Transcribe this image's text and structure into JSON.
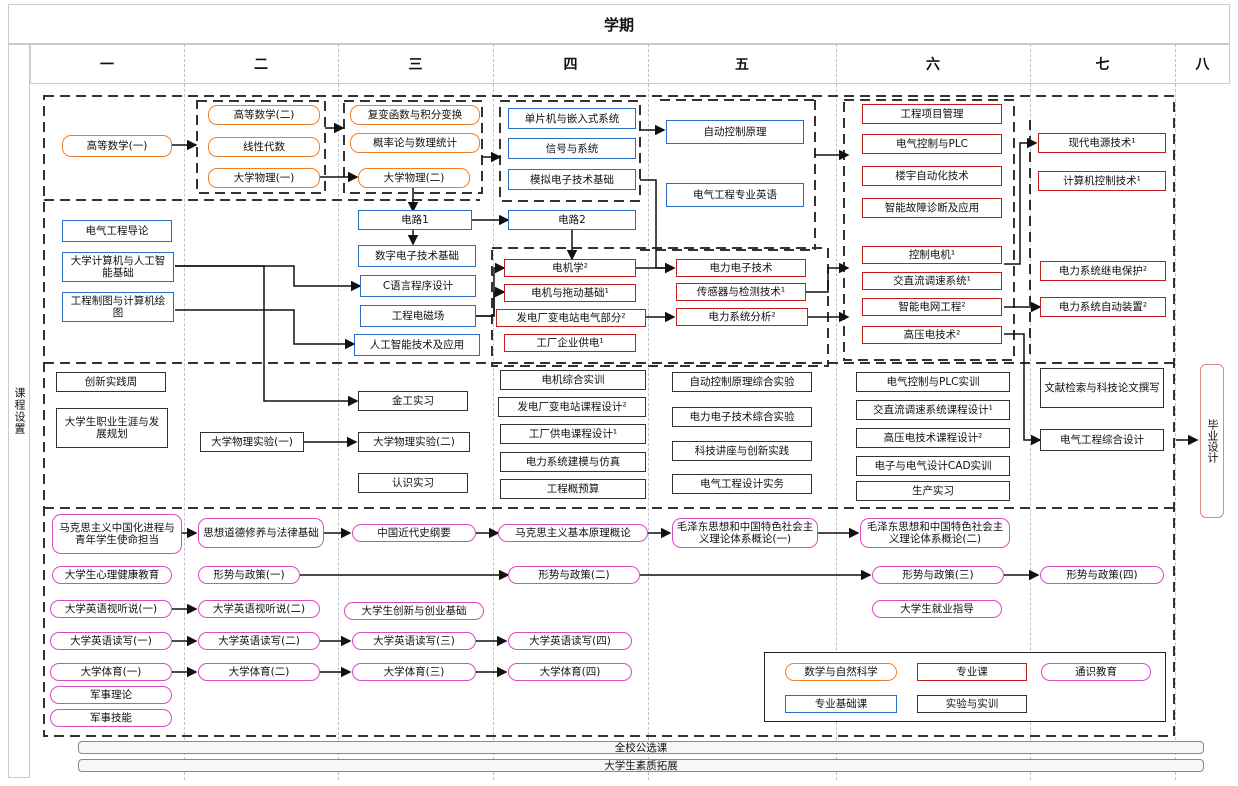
{
  "title": "学期",
  "side_label": "课程设置",
  "semesters": [
    "一",
    "二",
    "三",
    "四",
    "五",
    "六",
    "七",
    "八"
  ],
  "courses": {
    "b1": "高等数学(一)",
    "b2": "高等数学(二)",
    "b3": "线性代数",
    "b4": "大学物理(一)",
    "b5": "复变函数与积分变换",
    "b6": "概率论与数理统计",
    "b7": "大学物理(二)",
    "m1": "单片机与嵌入式系统",
    "m2": "信号与系统",
    "m3": "模拟电子技术基础",
    "m4": "自动控制原理",
    "m5": "电气工程专业英语",
    "m6": "电气工程导论",
    "m7": "大学计算机与人工智能基础",
    "m8": "工程制图与计算机绘图",
    "m9": "电路1",
    "m10": "电路2",
    "m11": "数字电子技术基础",
    "m12": "C语言程序设计",
    "m13": "工程电磁场",
    "m14": "人工智能技术及应用",
    "p1": "电机学²",
    "p2": "电机与拖动基础¹",
    "p3": "发电厂变电站电气部分²",
    "p4": "工厂企业供电¹",
    "p5": "电力电子技术",
    "p6": "传感器与检测技术¹",
    "p7": "电力系统分析²",
    "p8": "工程项目管理",
    "p9": "电气控制与PLC",
    "p10": "楼宇自动化技术",
    "p11": "智能故障诊断及应用",
    "p12": "控制电机¹",
    "p13": "交直流调速系统¹",
    "p14": "智能电网工程²",
    "p15": "高压电技术²",
    "p16": "现代电源技术¹",
    "p17": "计算机控制技术¹",
    "p18": "电力系统继电保护²",
    "p19": "电力系统自动装置²",
    "s1": "创新实践周",
    "s2": "大学生职业生涯与发展规划",
    "s3": "大学物理实验(一)",
    "s4": "金工实习",
    "s5": "大学物理实验(二)",
    "s6": "认识实习",
    "s7": "电机综合实训",
    "s8": "发电厂变电站课程设计²",
    "s9": "工厂供电课程设计¹",
    "s10": "电力系统建模与仿真",
    "s11": "工程概预算",
    "s12": "自动控制原理综合实验",
    "s13": "电力电子技术综合实验",
    "s14": "科技讲座与创新实践",
    "s15": "电气工程设计实务",
    "s16": "电气控制与PLC实训",
    "s17": "交直流调速系统课程设计¹",
    "s18": "高压电技术课程设计²",
    "s19": "电子与电气设计CAD实训",
    "s20": "生产实习",
    "s21": "文献检索与科技论文撰写",
    "s22": "电气工程综合设计",
    "g1": "马克思主义中国化进程与青年学生使命担当",
    "g2": "思想道德修养与法律基础",
    "g3": "中国近代史纲要",
    "g4": "马克思主义基本原理概论",
    "g5": "毛泽东思想和中国特色社会主义理论体系概论(一)",
    "g6": "毛泽东思想和中国特色社会主义理论体系概论(二)",
    "g7": "大学生心理健康教育",
    "g8": "形势与政策(一)",
    "g9": "形势与政策(二)",
    "g10": "形势与政策(三)",
    "g11": "形势与政策(四)",
    "g12": "大学英语视听说(一)",
    "g13": "大学英语视听说(二)",
    "g14": "大学生创新与创业基础",
    "g15": "大学生就业指导",
    "g16": "大学英语读写(一)",
    "g17": "大学英语读写(二)",
    "g18": "大学英语读写(三)",
    "g19": "大学英语读写(四)",
    "g20": "大学体育(一)",
    "g21": "大学体育(二)",
    "g22": "大学体育(三)",
    "g23": "大学体育(四)",
    "g24": "军事理论",
    "g25": "军事技能"
  },
  "graduation": "毕业设计",
  "legend": {
    "basic": "数学与自然科学",
    "major": "专业课",
    "general": "通识教育",
    "foundation": "专业基础课",
    "lab": "实验与实训"
  },
  "bars": {
    "elective": "全校公选课",
    "quality": "大学生素质拓展"
  },
  "colors": {
    "math_science": "#f07f2a",
    "major": "#c21e1e",
    "foundation": "#2a6ec2",
    "general": "#d94bc2",
    "lab": "#333333"
  }
}
